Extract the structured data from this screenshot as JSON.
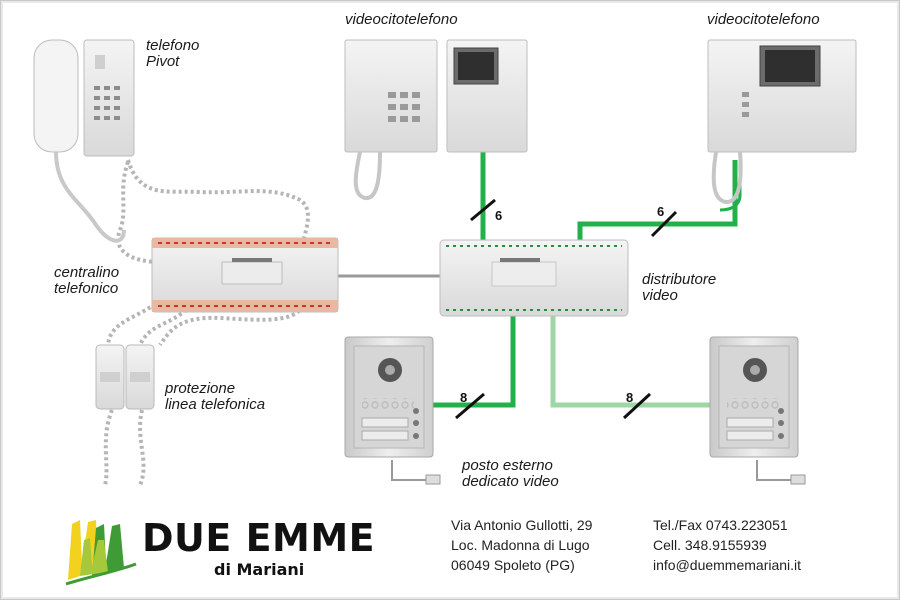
{
  "labels": {
    "telefono": "telefono\nPivot",
    "videocito_left": "videocitotelefono",
    "videocito_right": "videocitotelefono",
    "centralino": "centralino\ntelefonico",
    "distributore": "distributore\nvideo",
    "protezione": "protezione\nlinea telefonica",
    "posto": "posto esterno\ndedicato video"
  },
  "wire_counts": {
    "top_left": "6",
    "top_right": "6",
    "bottom_left": "8",
    "bottom_right": "8"
  },
  "brand": {
    "name": "DUE EMME",
    "subtitle": "di Mariani"
  },
  "address": {
    "street": "Via Antonio Gullotti, 29",
    "locality": "Loc. Madonna di Lugo",
    "city": "06049 Spoleto (PG)"
  },
  "contacts": {
    "telfax": "Tel./Fax 0743.223051",
    "cell": "Cell. 348.9155939",
    "email": "info@duemmemariani.it"
  },
  "colors": {
    "wire_green": "#22b04a",
    "wire_light_green": "#9fd6a6",
    "logo_yellow": "#f2d21e",
    "logo_green": "#3f9b35"
  },
  "icons": {
    "telephone": "telephone-icon",
    "videophone": "videophone-icon",
    "switchboard": "switchboard-icon",
    "video_distributor": "video-distributor-icon",
    "door_station": "door-station-icon",
    "line_protector": "line-protector-icon",
    "logo": "logo-icon"
  }
}
